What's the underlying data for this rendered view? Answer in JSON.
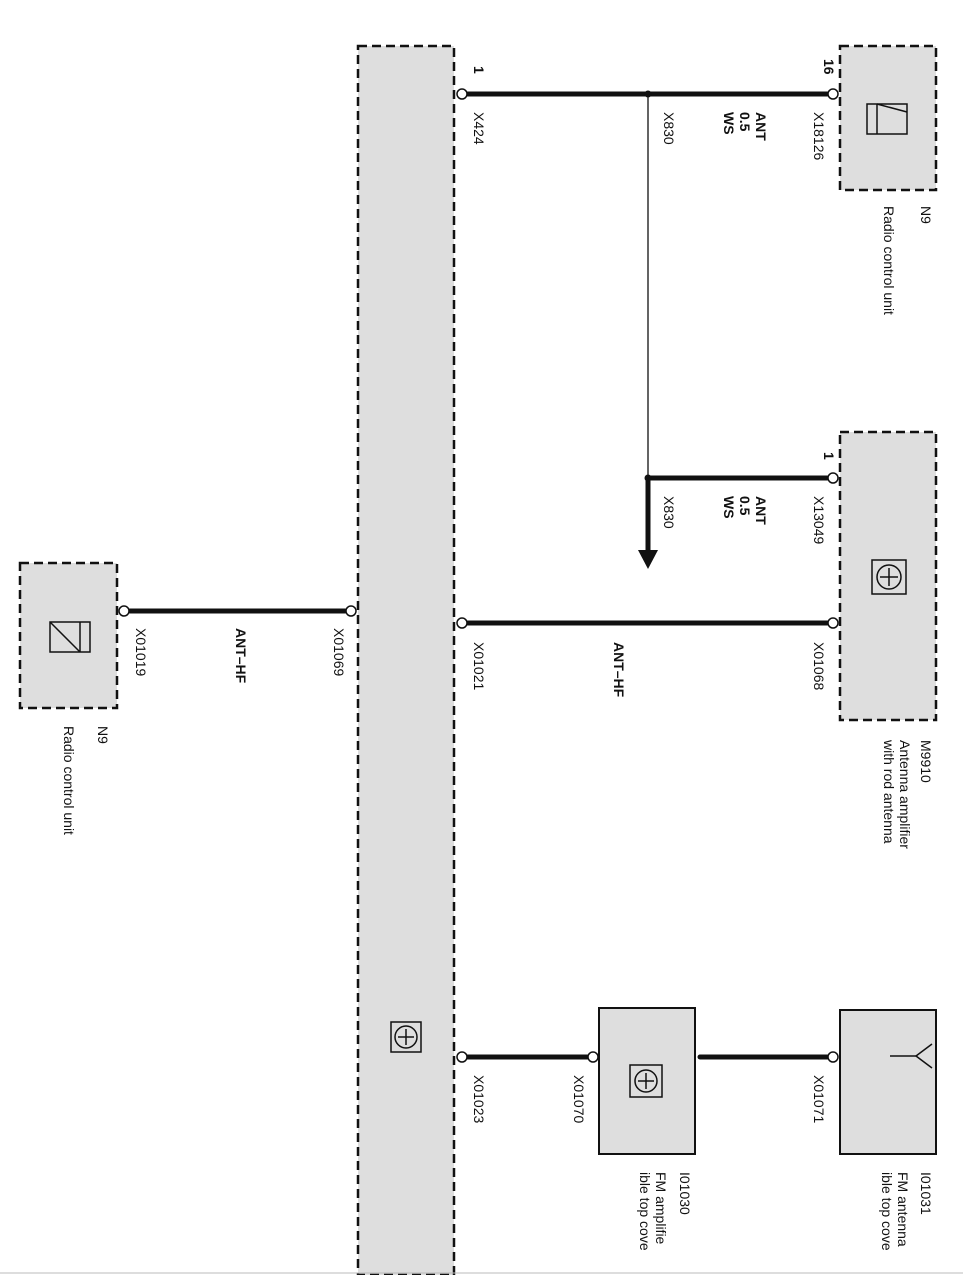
{
  "components": {
    "n9_top": {
      "code": "N9",
      "name": "Radio control unit"
    },
    "m9910": {
      "code": "M9910",
      "name_line1": "Antenna amplifier",
      "name_line2": "with rod antenna"
    },
    "n9_bottom": {
      "code": "N9",
      "name": "Radio control unit"
    },
    "i01031": {
      "code": "I01031",
      "name_line1": "FM  antenna",
      "name_line2": "ible top cove"
    },
    "i01030": {
      "code": "I01030",
      "name_line1": "FM  amplifie",
      "name_line2": "ible top cove"
    }
  },
  "wires": {
    "top": {
      "pin_left": "1",
      "pin_right": "16",
      "left_connector": "X424",
      "splice": "X830",
      "right_connector": "X18126",
      "signal": "ANT",
      "cross_section": "0.5",
      "color": "WS"
    },
    "middle": {
      "pin": "1",
      "connector": "X13049",
      "splice": "X830",
      "signal": "ANT",
      "cross_section": "0.5",
      "color": "WS"
    },
    "ant_hf_1": {
      "left": "X01021",
      "right": "X01068",
      "label": "ANT–HF"
    },
    "ant_hf_2": {
      "left": "X01019",
      "right": "X01069",
      "label": "ANT–HF"
    },
    "fm_1": {
      "left": "X01023",
      "right": "X01070"
    },
    "fm_2": {
      "right": "X01071"
    }
  },
  "colors": {
    "box_fill": "#dedede",
    "line": "#111111"
  }
}
